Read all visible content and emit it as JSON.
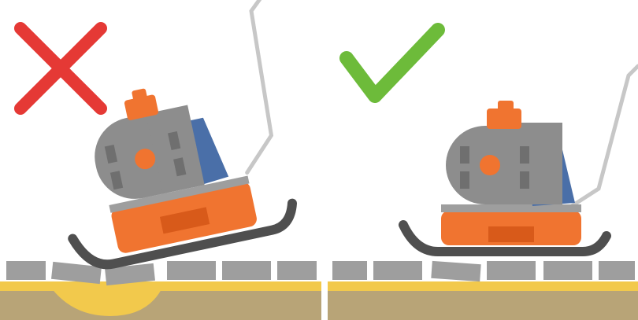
{
  "panels": [
    {
      "id": "incorrect",
      "verdict": "incorrect",
      "mark_icon": "cross-icon",
      "machine_state": "tilted"
    },
    {
      "id": "correct",
      "verdict": "correct",
      "mark_icon": "check-icon",
      "machine_state": "level"
    }
  ],
  "colors": {
    "background": "#ffffff",
    "cross": "#e53935",
    "check": "#6dbb3a",
    "soil": "#b8a477",
    "sand_layer": "#f2c94c",
    "paver": "#9e9e9e",
    "paver_edge": "#7d7d7d",
    "engine_body": "#8d8d8d",
    "engine_dark": "#6f6f6f",
    "accent_orange": "#f07430",
    "accent_orange_dark": "#d85a1a",
    "blue_cover": "#4a6fa8",
    "base_plate": "#4f4f4f",
    "handle": "#c7c7c7",
    "divider": "#ffffff"
  }
}
